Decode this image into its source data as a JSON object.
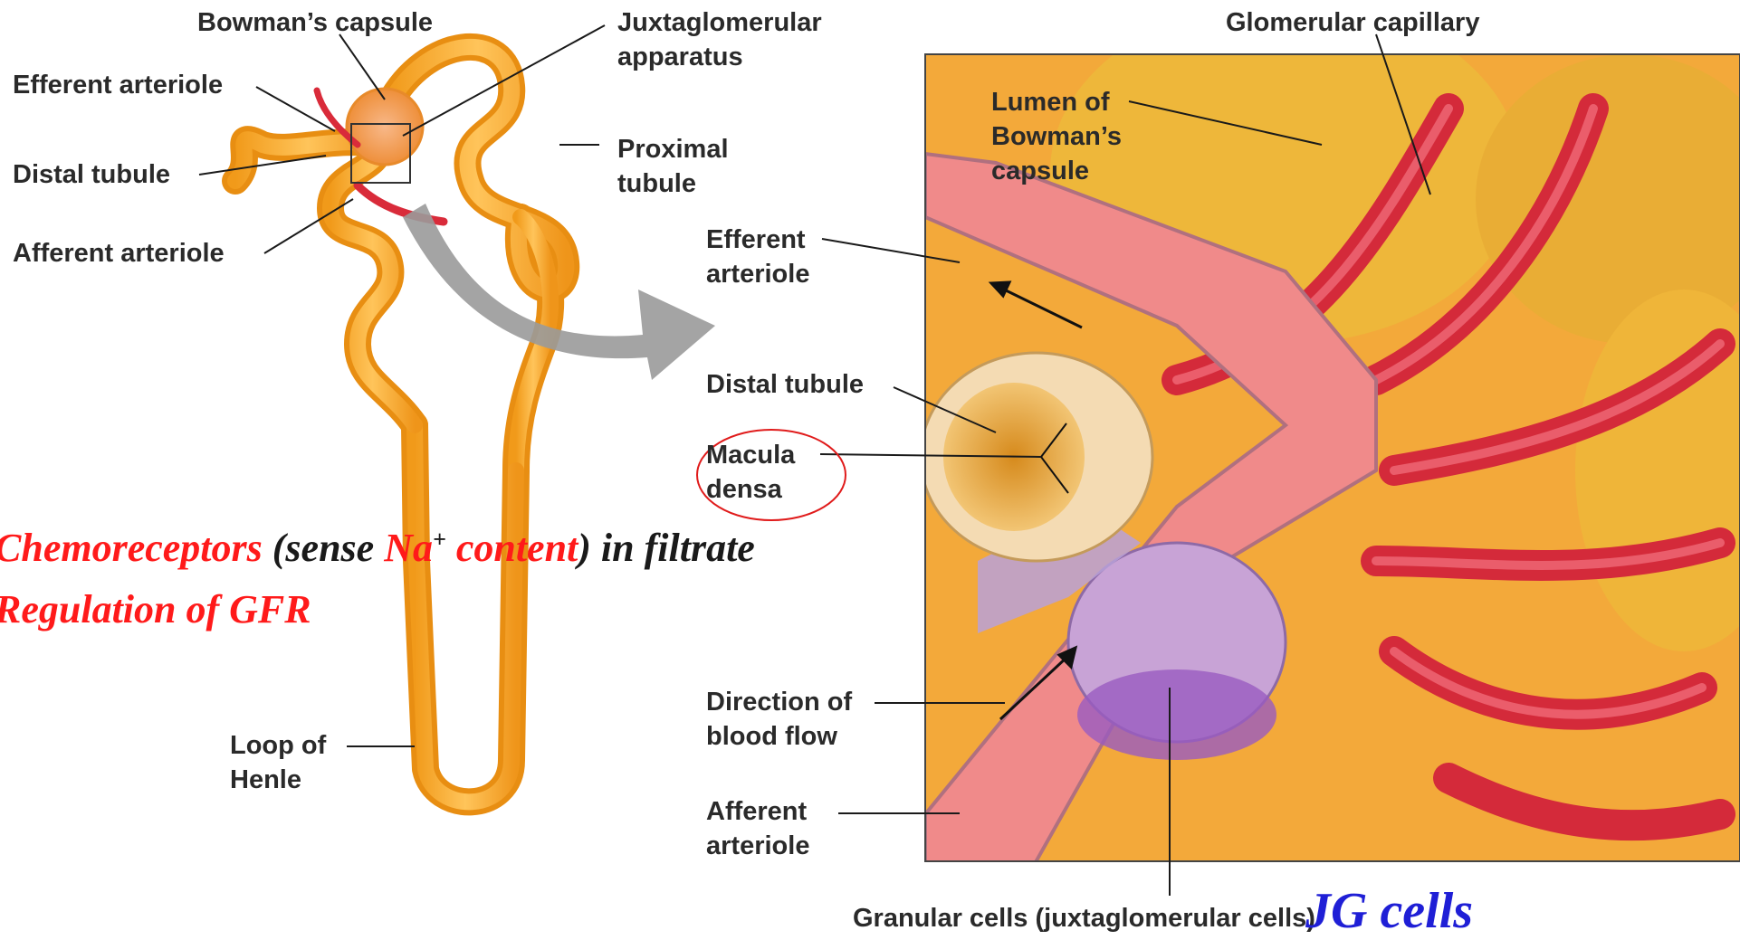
{
  "labels": {
    "bowmans_capsule": "Bowman’s capsule",
    "juxtaglomerular_line1": "Juxtaglomerular",
    "juxtaglomerular_line2": "apparatus",
    "efferent_arteriole_left": "Efferent arteriole",
    "distal_tubule_left": "Distal tubule",
    "proximal_line1": "Proximal",
    "proximal_line2": "tubule",
    "afferent_arteriole_left": "Afferent arteriole",
    "loop_line1": "Loop of",
    "loop_line2": "Henle",
    "glomerular_capillary": "Glomerular capillary",
    "lumen_line1": "Lumen of",
    "lumen_line2": "Bowman’s",
    "lumen_line3": "capsule",
    "efferent_right_line1": "Efferent",
    "efferent_right_line2": "arteriole",
    "distal_tubule_right": "Distal tubule",
    "macula_line1": "Macula",
    "macula_line2": "densa",
    "direction_line1": "Direction of",
    "direction_line2": "blood flow",
    "afferent_right_line1": "Afferent",
    "afferent_right_line2": "arteriole",
    "granular_cells": "Granular cells (juxtaglomerular cells)"
  },
  "annotations": {
    "chemo_part1": "Chemoreceptors",
    "chemo_part2": " (sense ",
    "chemo_part3": "Na",
    "chemo_sup": "+",
    "chemo_part4": " content",
    "chemo_part5": ") in filtrate",
    "regulation": "Regulation of GFR",
    "jg_cells": "JG cells"
  },
  "colors": {
    "annotation_red": "#ff1a1a",
    "annotation_dark": "#1a1a1a",
    "annotation_blue": "#1f1fd6",
    "tubule_orange": "#f5a623",
    "capillary_red": "#d92b3a",
    "arrow_gray": "#9a9a9a"
  }
}
